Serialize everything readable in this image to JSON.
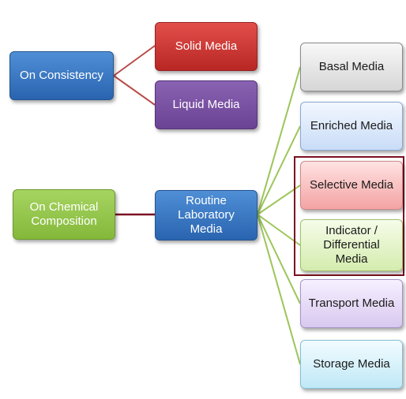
{
  "colors": {
    "consistency_line": "#b94a48",
    "composition_line": "#7a1020",
    "media_line": "#9cc55a",
    "highlight_border": "#7a1020"
  },
  "nodes": {
    "on_consistency": "On Consistency",
    "solid_media": "Solid Media",
    "liquid_media": "Liquid Media",
    "on_chemical_composition": "On Chemical Composition",
    "routine_laboratory_media": "Routine Laboratory Media",
    "basal_media": "Basal Media",
    "enriched_media": "Enriched Media",
    "selective_media": "Selective Media",
    "indicator_differential_media": "Indicator / Differential Media",
    "transport_media": "Transport Media",
    "storage_media": "Storage Media"
  }
}
